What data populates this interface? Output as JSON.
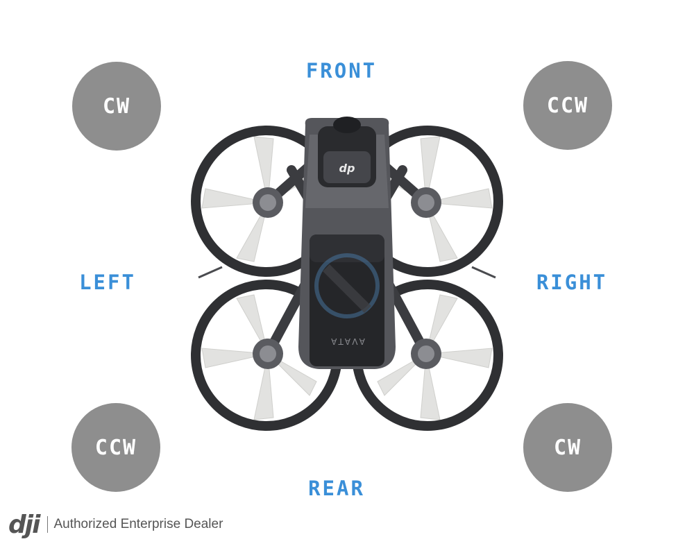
{
  "directions": {
    "front": "FRONT",
    "rear": "REAR",
    "left": "LEFT",
    "right": "RIGHT"
  },
  "motors": {
    "front_left": "CW",
    "front_right": "CCW",
    "rear_left": "CCW",
    "rear_right": "CW"
  },
  "drone": {
    "camera_logo": "dp",
    "battery_label": "AVATA"
  },
  "footer": {
    "brand": "dji",
    "text": "Authorized Enterprise Dealer"
  },
  "colors": {
    "direction_label": "#3a8fd8",
    "badge": "#8e8e8e",
    "badge_text": "#ffffff"
  }
}
